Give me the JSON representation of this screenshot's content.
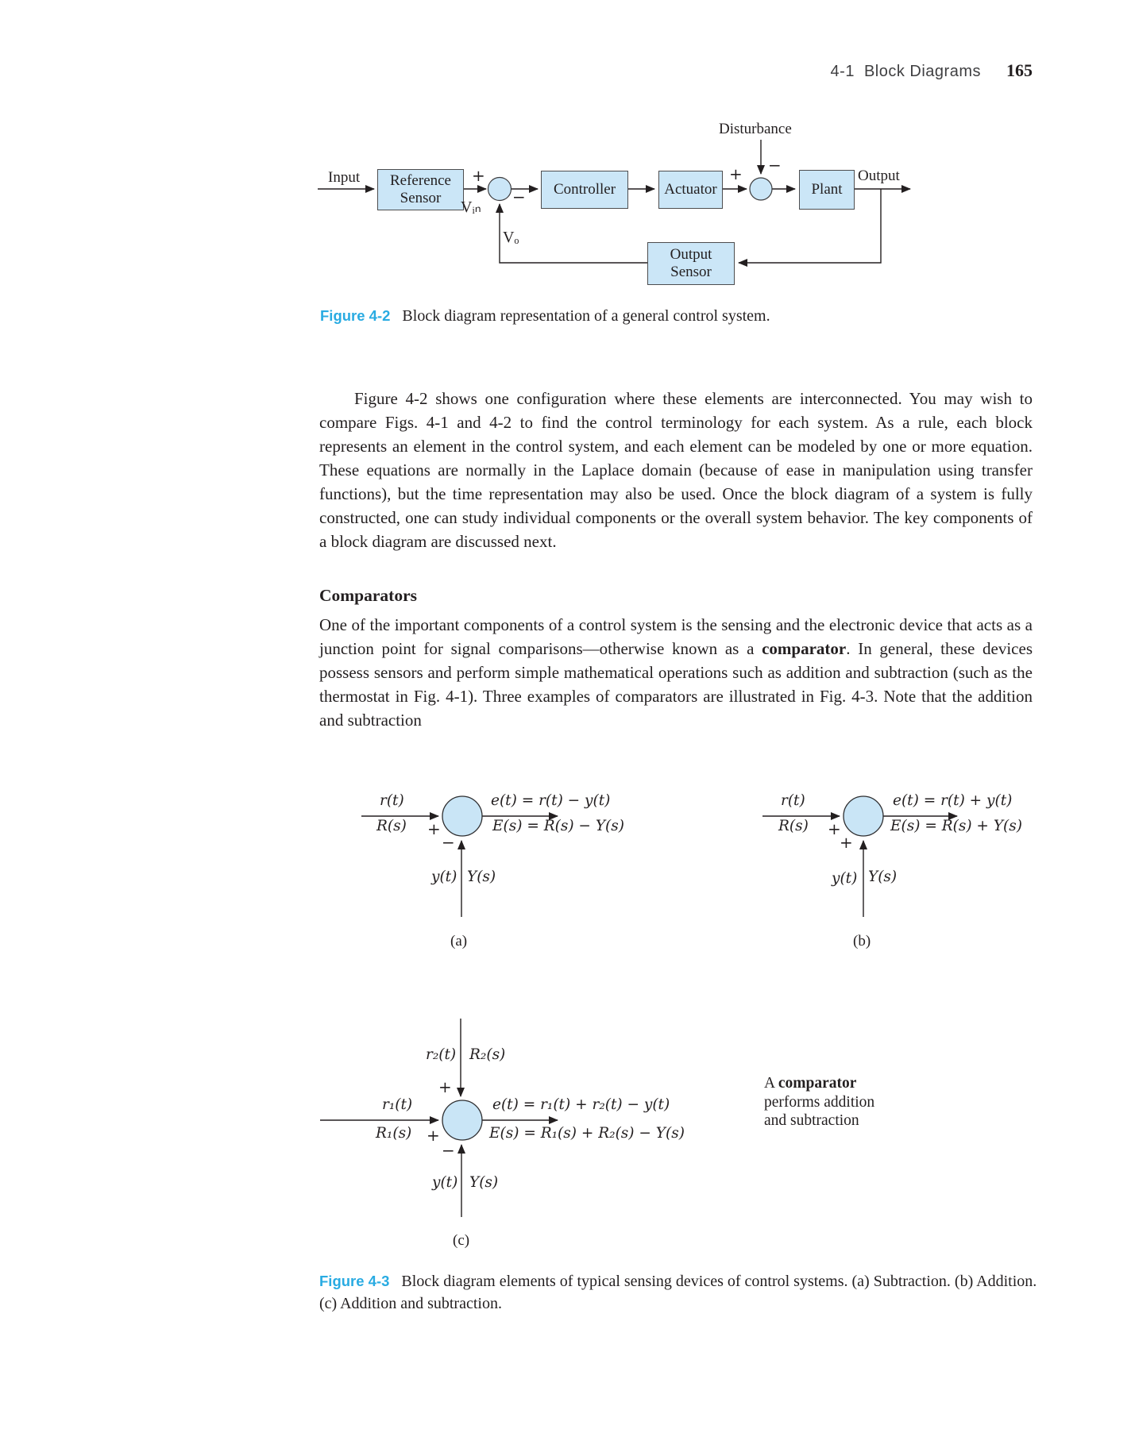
{
  "header": {
    "section_number": "4-1",
    "section_title": "Block Diagrams",
    "page_number": "165"
  },
  "figure2": {
    "disturbance": "Disturbance",
    "input": "Input",
    "output": "Output",
    "reference_sensor": "Reference\nSensor",
    "controller": "Controller",
    "actuator": "Actuator",
    "plant": "Plant",
    "output_sensor": "Output\nSensor",
    "v_in": "Vᵢₙ",
    "v_o": "Vₒ",
    "sum1_plus": "+",
    "sum1_minus": "−",
    "sum2_plus": "+",
    "sum2_minus": "−",
    "caption_label": "Figure 4-2",
    "caption_text": "Block diagram representation of a general control system."
  },
  "body": {
    "paragraph1": "Figure 4-2 shows one configuration where these elements are interconnected. You may wish to compare Figs. 4-1 and 4-2 to find the control terminology for each system. As a rule, each block represents an element in the control system, and each element can be modeled by one or more equation. These equations are normally in the Laplace domain (because of ease in manipulation using transfer functions), but the time representation may also be used. Once the block diagram of a system is fully constructed, one can study individual components or the overall system behavior. The key components of a block diagram are discussed next.",
    "heading": "Comparators",
    "paragraph2_before": "One of the important components of a control system is the sensing and the electronic device that acts as a junction point for signal comparisons—otherwise known as a ",
    "paragraph2_bold": "comparator",
    "paragraph2_after": ". In general, these devices possess sensors and perform simple mathematical operations such as addition and subtraction (such as the thermostat in Fig. 4-1). Three examples of comparators are illustrated in Fig. 4-3. Note that the addition and subtraction"
  },
  "figure3": {
    "a": {
      "in_time": "r(t)",
      "in_laplace": "R(s)",
      "in_sign": "+",
      "eq_time": "e(t) = r(t) − y(t)",
      "eq_laplace": "E(s) = R(s) − Y(s)",
      "fb_sign": "−",
      "fb_time": "y(t)",
      "fb_laplace": "Y(s)",
      "label": "(a)"
    },
    "b": {
      "in_time": "r(t)",
      "in_laplace": "R(s)",
      "in_sign": "+",
      "eq_time": "e(t) = r(t) + y(t)",
      "eq_laplace": "E(s) = R(s) + Y(s)",
      "fb_sign": "+",
      "fb_time": "y(t)",
      "fb_laplace": "Y(s)",
      "label": "(b)"
    },
    "c": {
      "top_time": "r₂(t)",
      "top_laplace": "R₂(s)",
      "top_sign": "+",
      "in_time": "r₁(t)",
      "in_laplace": "R₁(s)",
      "in_sign": "+",
      "eq_time": "e(t) = r₁(t) + r₂(t) − y(t)",
      "eq_laplace": "E(s) = R₁(s) + R₂(s) − Y(s)",
      "fb_sign": "−",
      "fb_time": "y(t)",
      "fb_laplace": "Y(s)",
      "label": "(c)"
    },
    "note_before": "A ",
    "note_bold": "comparator",
    "note_line2": "performs addition",
    "note_line3": "and subtraction",
    "caption_label": "Figure 4-3",
    "caption_text": "Block diagram elements of typical sensing devices of control systems. (a) Subtraction. (b) Addition. (c) Addition and subtraction."
  },
  "colors": {
    "block_fill": "#cbe6f7",
    "caption_accent": "#29abe2",
    "ink": "#231f20"
  }
}
